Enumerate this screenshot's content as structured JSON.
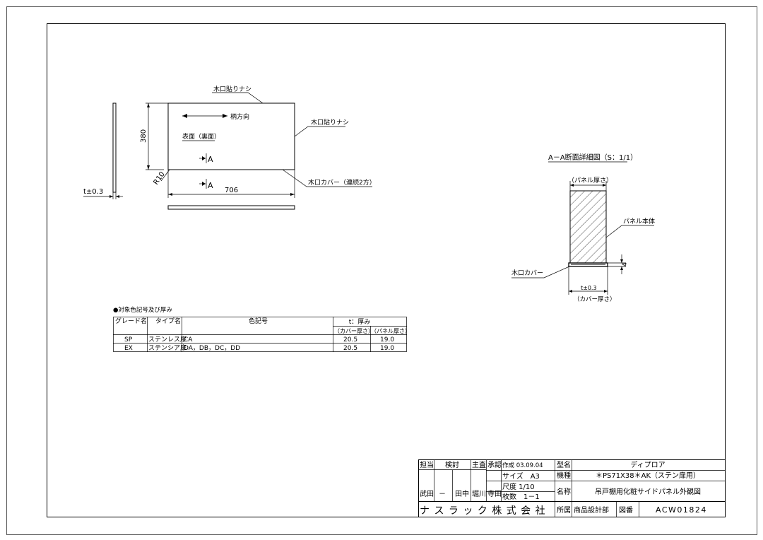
{
  "drawing": {
    "front_view": {
      "edge_label_top": "木口貼りナシ",
      "edge_label_right": "木口貼りナシ",
      "grain_direction": "柄方向",
      "face_label": "表面（裏面）",
      "section_mark_1": "A",
      "section_mark_2": "A",
      "height_dim": "380",
      "width_dim": "706",
      "radius_dim": "R10",
      "cover_label": "木口カバー（連続2方）",
      "thickness_label": "t±0.3"
    },
    "section_view": {
      "title": "A－A断面詳細図（S：1/1）",
      "panel_thickness": "（パネル厚さ）",
      "panel_body": "パネル本体",
      "edge_cover": "木口カバー",
      "cover_dim": "4",
      "cover_t": "t±0.3",
      "cover_thickness": "（カバー厚さ）"
    }
  },
  "color_table": {
    "title": "●対象色記号及び厚み",
    "headers": {
      "grade": "グレード名",
      "type": "タイプ名",
      "color": "色記号",
      "thickness": "t：厚み",
      "cover_thickness": "（カバー厚さ）",
      "panel_thickness": "（パネル厚さ）"
    },
    "rows": [
      {
        "grade": "SP",
        "type": "ステンレス扉",
        "color": "CA",
        "cover": "20.5",
        "panel": "19.0"
      },
      {
        "grade": "EX",
        "type": "ステンシア扉",
        "color": "DA，DB，DC，DD",
        "cover": "20.5",
        "panel": "19.0"
      }
    ]
  },
  "title_block": {
    "h_tanto": "担当",
    "h_kento": "検討",
    "h_shusa": "主査",
    "h_shonin": "承認",
    "tanto_name": "武田",
    "kento_a": "－",
    "kento_b": "田中",
    "shusa_name": "堀川",
    "shonin_name": "寺田",
    "created": "作成 03.09.04",
    "size": "サイズ　A3",
    "scale": "尺度 1/10",
    "sheets": "枚数　1－1",
    "l_model": "型名",
    "model": "ディプロア",
    "l_kishu": "機種",
    "kishu": "＊PS71X38＊AK（ステン扉用）",
    "l_name": "名称",
    "name": "吊戸棚用化粧サイドパネル外観図",
    "company": "ナ ス ラ ッ ク 株 式 会 社",
    "l_dept": "所属",
    "dept": "商品設計部",
    "l_dwg": "図番",
    "dwg_no": "ACW01824"
  }
}
